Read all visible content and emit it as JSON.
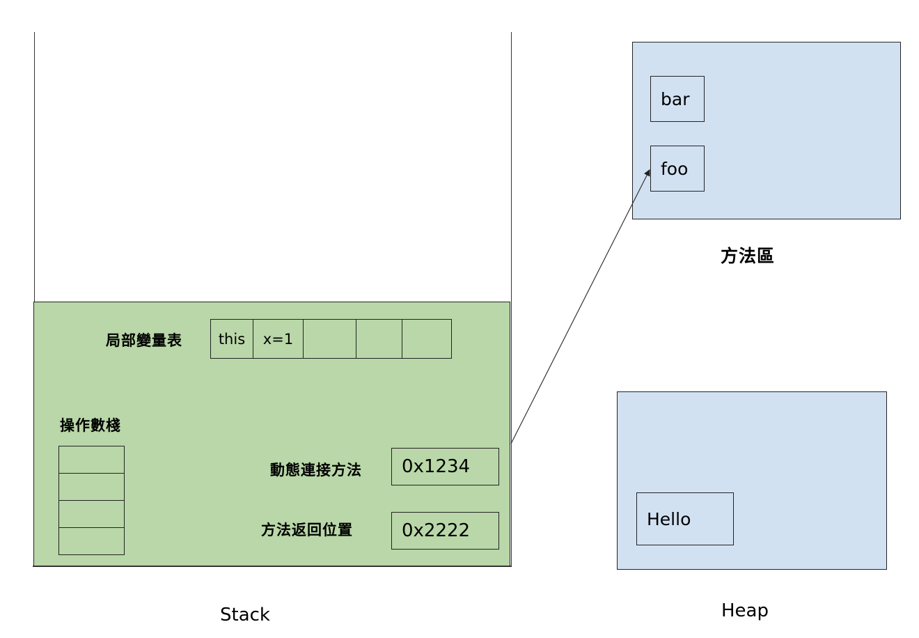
{
  "stack": {
    "caption": "Stack",
    "frame": {
      "local_vars_label": "局部變量表",
      "local_vars": [
        "this",
        "x=1",
        "",
        "",
        ""
      ],
      "operand_stack_label": "操作數棧",
      "operand_stack_slots": 4,
      "dynamic_linking_label": "動態連接方法",
      "dynamic_linking_value": "0x1234",
      "return_address_label": "方法返回位置",
      "return_address_value": "0x2222"
    }
  },
  "method_area": {
    "caption": "方法區",
    "items": [
      "bar",
      "foo"
    ]
  },
  "heap": {
    "caption": "Heap",
    "items": [
      "Hello"
    ]
  },
  "colors": {
    "frame_fill": "#b9d7a8",
    "area_fill": "#d2e1f2"
  }
}
